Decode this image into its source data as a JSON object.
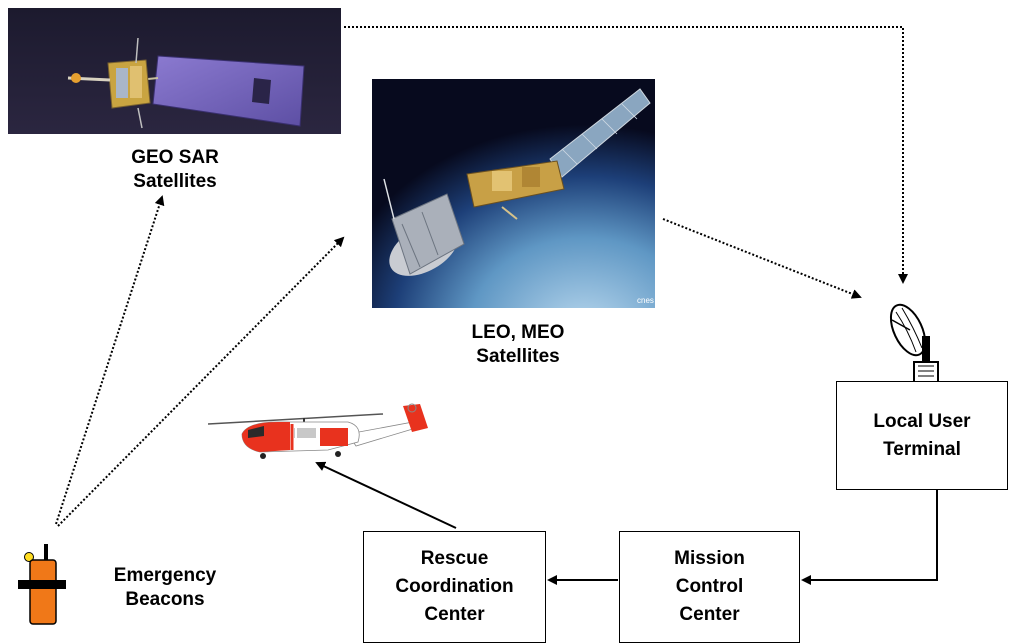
{
  "nodes": {
    "geo": {
      "label_line1": "GEO SAR",
      "label_line2": "Satellites"
    },
    "leo": {
      "label_line1": "LEO, MEO",
      "label_line2": "Satellites",
      "watermark": "cnes"
    },
    "beacon": {
      "label_line1": "Emergency",
      "label_line2": "Beacons"
    },
    "lut": {
      "label_line1": "Local User",
      "label_line2": "Terminal"
    },
    "mcc": {
      "label_line1": "Mission",
      "label_line2": "Control",
      "label_line3": "Center"
    },
    "rcc": {
      "label_line1": "Rescue",
      "label_line2": "Coordination",
      "label_line3": "Center"
    }
  },
  "icons": {
    "geo_image": "geo-satellite-image",
    "leo_image": "leo-meo-satellite-image",
    "helicopter": "rescue-helicopter-icon",
    "dish": "satellite-dish-icon",
    "beacon": "emergency-beacon-icon"
  },
  "colors": {
    "helicopter_red": "#e8321e",
    "beacon_orange": "#f07818",
    "space_dark": "#0a0d24"
  }
}
